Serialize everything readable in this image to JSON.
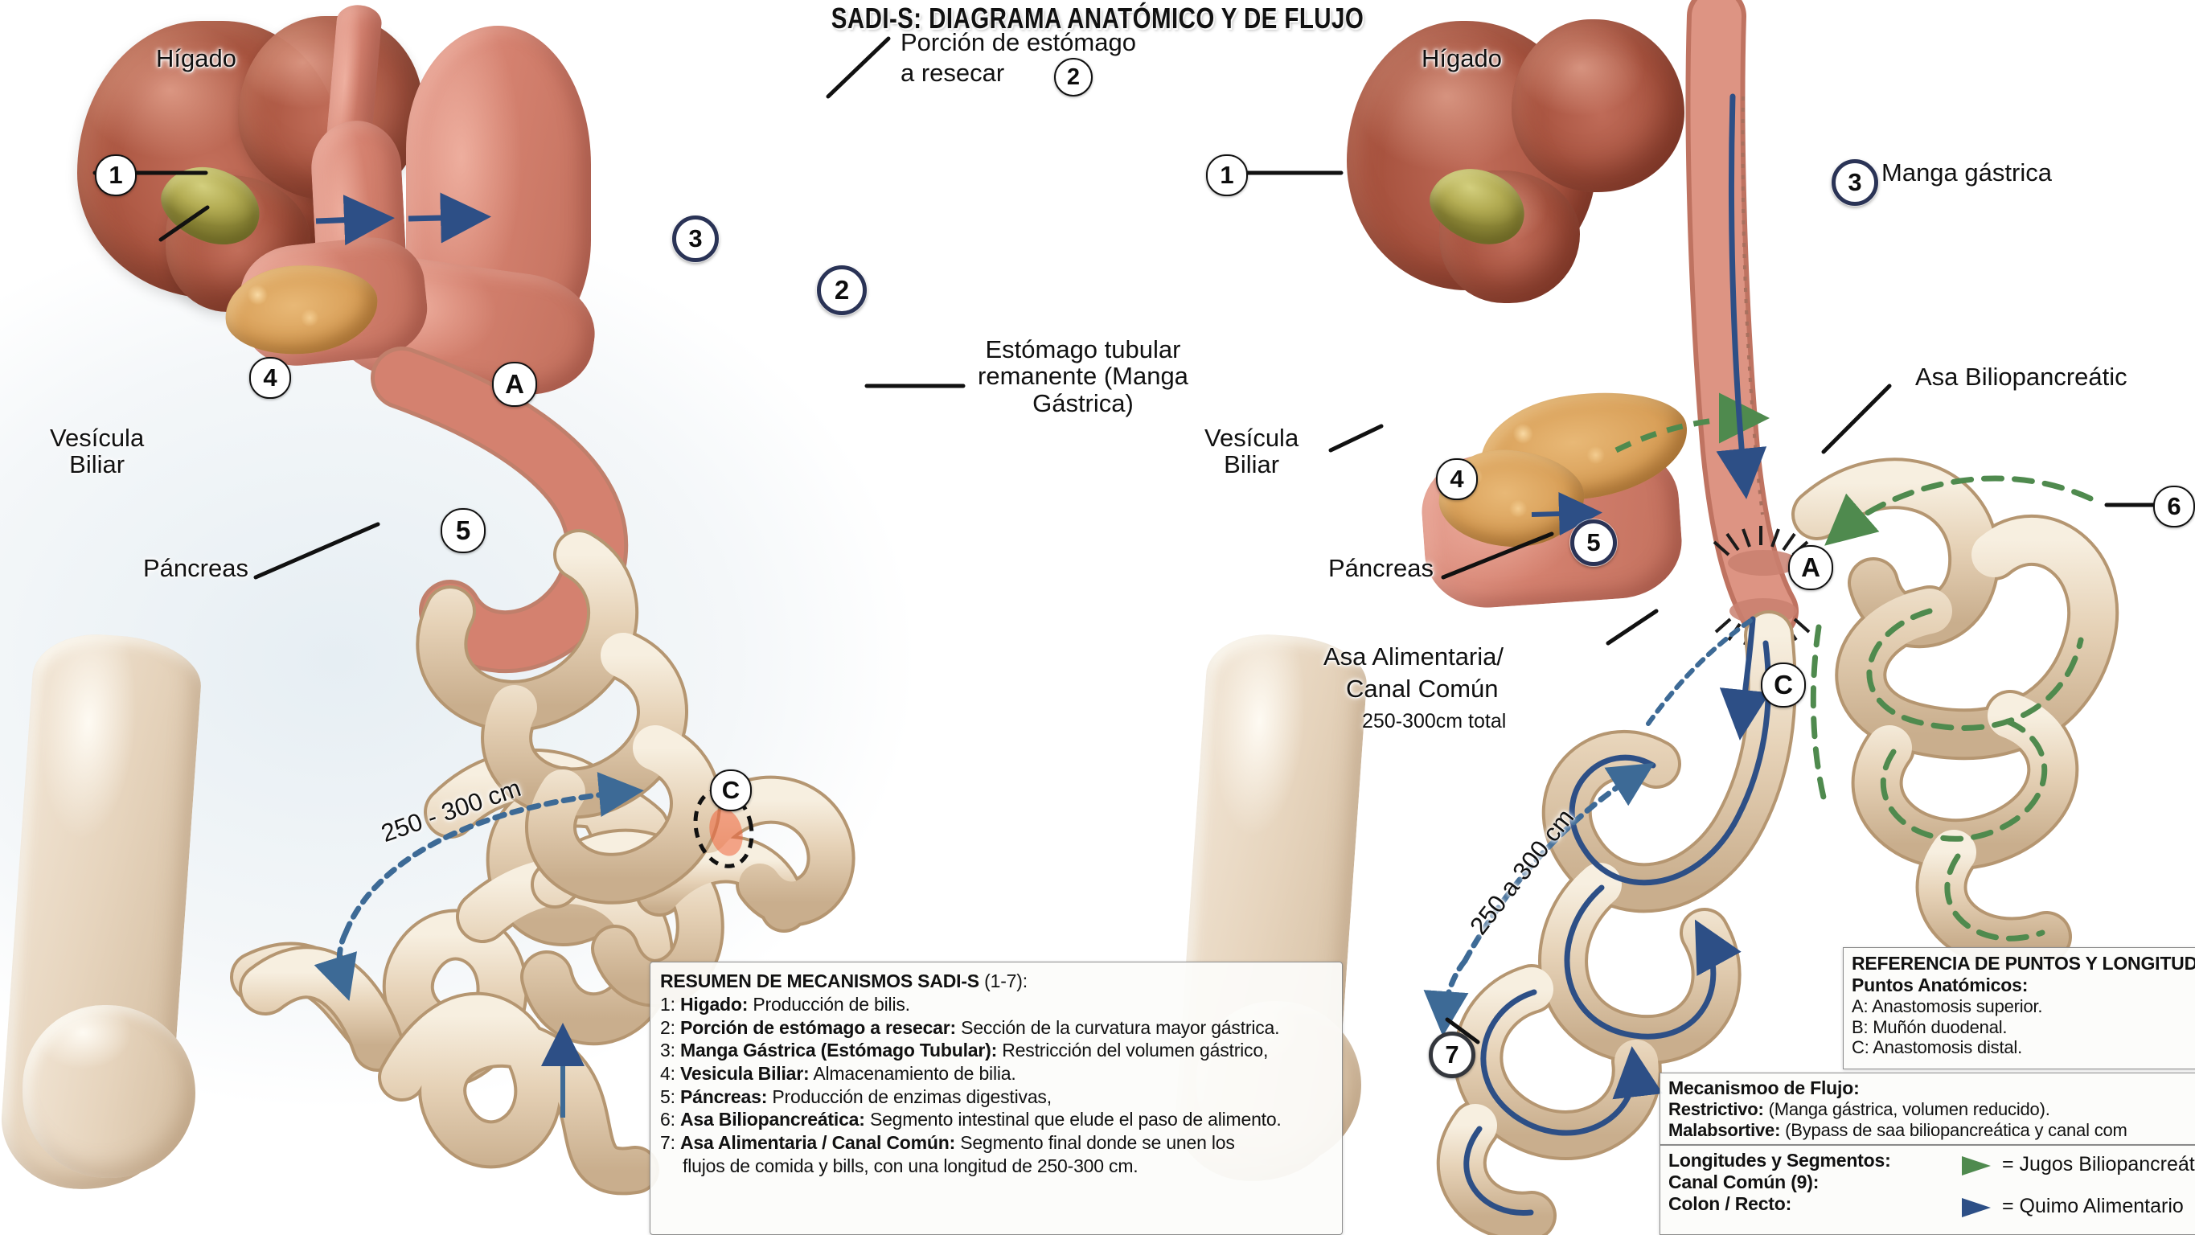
{
  "title": "SADI-S: DIAGRAMA ANATÓMICO Y DE FLUJO",
  "left_panel": {
    "name": "anatomia-preoperatoria",
    "labels": {
      "higado": "Hígado",
      "porcion_resecar_l1": "Porción de estómago",
      "porcion_resecar_l2": "a resecar",
      "estomago_tubular": "Estómago tubular\nremanente (Manga\nGástrica)",
      "vesicula_biliar": "Vesícula\nBiliar",
      "pancreas": "Páncreas",
      "medida": "250 - 300 cm"
    },
    "markers": {
      "m1": "1",
      "m2_inline": "2",
      "m2_organ": "2",
      "m3": "3",
      "m4": "4",
      "m5": "5",
      "mA": "A",
      "mC": "C"
    }
  },
  "right_panel": {
    "name": "anatomia-postoperatoria-flujo",
    "labels": {
      "higado": "Hígado",
      "manga_gastrica": "Manga gástrica",
      "asa_biliopancreatica": "Asa Biliopancreátic",
      "vesicula_biliar": "Vesícula\nBiliar",
      "pancreas": "Páncreas",
      "asa_alimentaria_l1": "Asa Alimentaria/",
      "asa_alimentaria_l2": "Canal Común",
      "asa_alimentaria_l3": "250-300cm total",
      "medida": "250 a 300 cm"
    },
    "markers": {
      "m1": "1",
      "m3": "3",
      "m4": "4",
      "m5": "5",
      "m6": "6",
      "m7": "7",
      "mA": "A",
      "mC": "C"
    }
  },
  "legend_left": {
    "header": "RESUMEN DE MECANISMOS SADI-S",
    "header_suffix": "(1-7):",
    "items": [
      {
        "num": "1:",
        "term": "Higado:",
        "desc": "Producción de bilis."
      },
      {
        "num": "2:",
        "term": "Porción de estómago a resecar:",
        "desc": "Sección de la curvatura mayor gástrica."
      },
      {
        "num": "3:",
        "term": "Manga Gástrica (Estómago Tubular):",
        "desc": "Restricción del volumen gástrico,"
      },
      {
        "num": "4:",
        "term": "Vesicula Biliar:",
        "desc": "Almacenamiento de bilia."
      },
      {
        "num": "5:",
        "term": "Páncreas:",
        "desc": "Producción de enzimas digestivas,"
      },
      {
        "num": "6:",
        "term": "Asa Biliopancreática:",
        "desc": "Segmento intestinal que elude el paso de alimento."
      },
      {
        "num": "7:",
        "term": "Asa Alimentaria / Canal Común:",
        "desc": "Segmento final donde se unen los"
      }
    ],
    "continuation": "flujos de comida y bills, con una longitud de 250-300 cm."
  },
  "legend_right": {
    "header": "REFERENCIA DE PUNTOS Y LONGITUD",
    "subheader": "Puntos Anatómicos:",
    "points": [
      "A: Anastomosis superior.",
      "B: Muñón duodenal.",
      "C: Anastomosis distal."
    ],
    "mech_header": "Mecanismoo de Flujo:",
    "mech_rows": [
      {
        "term": "Restrictivo:",
        "desc": "(Manga gástrica, volumen reducido)."
      },
      {
        "term": "Malabsortive:",
        "desc": "(Bypass de saa biliopancreática y canal com"
      }
    ],
    "seg_rows": [
      "Longitudes y Segmentos:",
      "Canal Común (9):",
      "Colon / Recto:"
    ],
    "flow_keys": [
      {
        "label": "= Jugos Biliopancreáti",
        "color": "#5c8c5c"
      },
      {
        "label": "= Quimo Alimentario",
        "color": "#2c5182"
      }
    ]
  },
  "colors": {
    "bile_flow_green": "#4f8a4e",
    "chyme_flow_blue": "#2d4f86",
    "measure_arrow_blue": "#3d6a96",
    "bubble_navy": "#2a3356",
    "leader_black": "#111111",
    "liver": "#a9543f",
    "gallbladder": "#b4ad54",
    "pancreas": "#d9a059",
    "stomach": "#d4816f",
    "bowel": "#e3cdb2"
  }
}
